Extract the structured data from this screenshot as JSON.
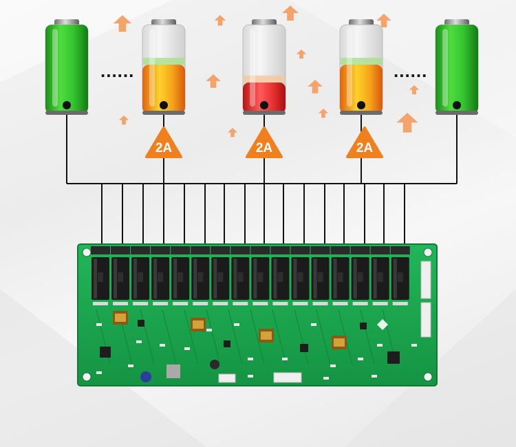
{
  "colors": {
    "wire": "#111111",
    "arrow": "#f4a36a",
    "badge": "#f07f1e",
    "pcb": "#1fae52",
    "pcb_dark": "#148a3c",
    "relay": "#1b1b1b",
    "battery_full": "#2fbf2f",
    "battery_mid": "#f2a21a",
    "battery_low": "#e02c2c"
  },
  "batteries": [
    {
      "id": "battery-1",
      "level": 1.0,
      "state": "full"
    },
    {
      "id": "battery-2",
      "level": 0.55,
      "state": "mid"
    },
    {
      "id": "battery-3",
      "level": 0.35,
      "state": "low"
    },
    {
      "id": "battery-4",
      "level": 0.55,
      "state": "mid"
    },
    {
      "id": "battery-5",
      "level": 1.0,
      "state": "full"
    }
  ],
  "badges": [
    {
      "label": "2A"
    },
    {
      "label": "2A"
    },
    {
      "label": "2A"
    }
  ],
  "ellipsis": "......",
  "relay_count": 16
}
